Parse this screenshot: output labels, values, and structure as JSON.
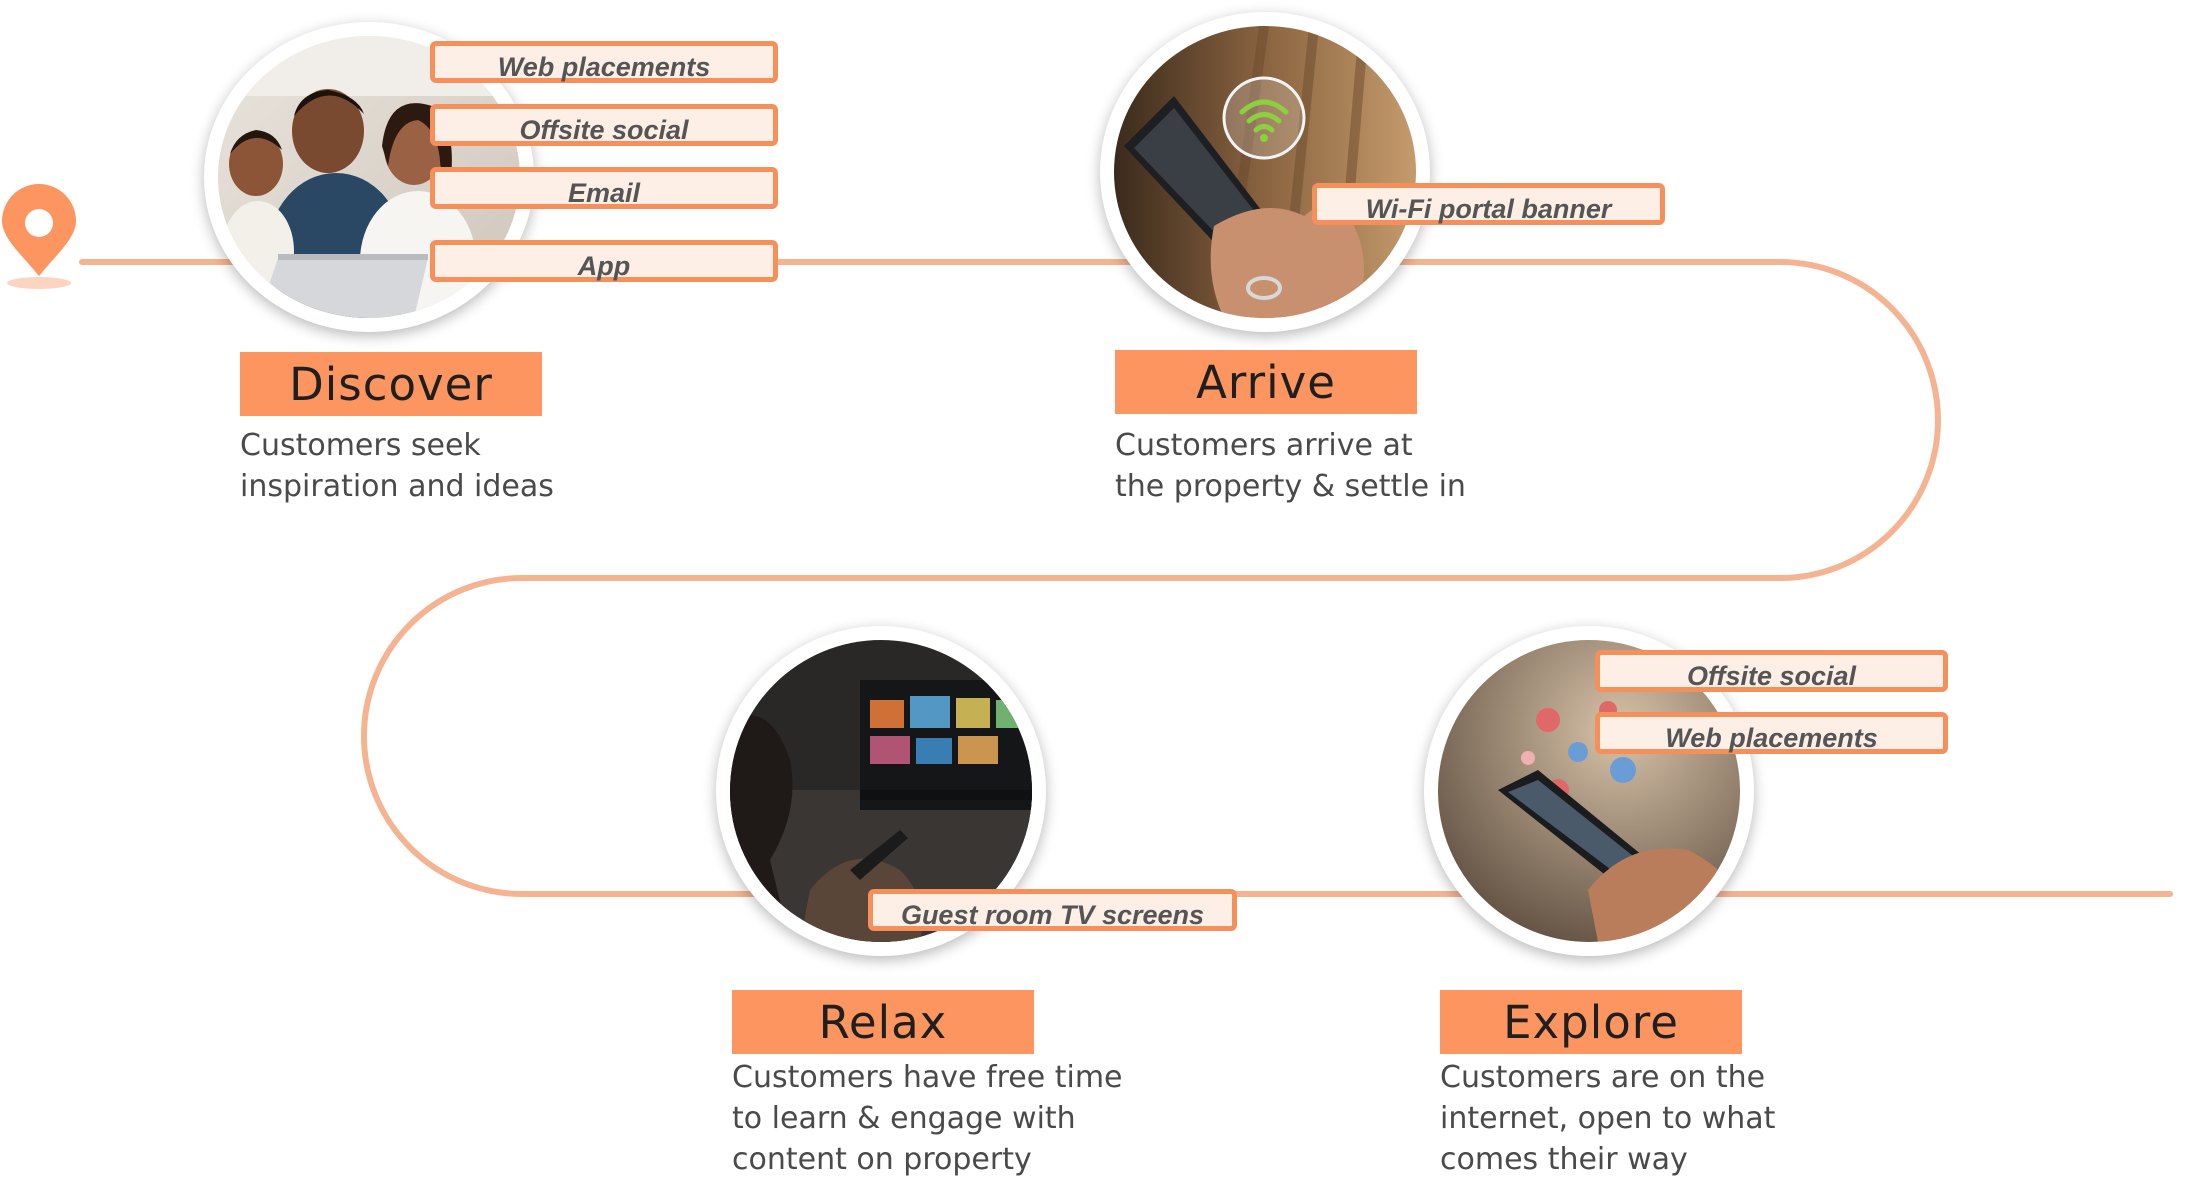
{
  "colors": {
    "path": "#f5b491",
    "accent": "#fc955f",
    "pill_border": "#f5905a",
    "pill_fill": "#fdeee6",
    "text": "#4a4a4a",
    "wifi": "#8ccf3f"
  },
  "icons": {
    "start": "location-pin-icon",
    "arrive_photo": "wifi-icon"
  },
  "stages": [
    {
      "id": "discover",
      "title": "Discover",
      "description": [
        "Customers seek",
        "inspiration and ideas"
      ],
      "channels": [
        "Web placements",
        "Offsite social",
        "Email",
        "App"
      ]
    },
    {
      "id": "arrive",
      "title": "Arrive",
      "description": [
        "Customers arrive at",
        "the property & settle in"
      ],
      "channels": [
        "Wi-Fi portal banner"
      ]
    },
    {
      "id": "relax",
      "title": "Relax",
      "description": [
        "Customers have free time",
        "to learn & engage with",
        "content on property"
      ],
      "channels": [
        "Guest room TV screens"
      ]
    },
    {
      "id": "explore",
      "title": "Explore",
      "description": [
        "Customers are on the",
        "internet, open to what",
        "comes their way"
      ],
      "channels": [
        "Offsite social",
        "Web placements"
      ]
    }
  ]
}
